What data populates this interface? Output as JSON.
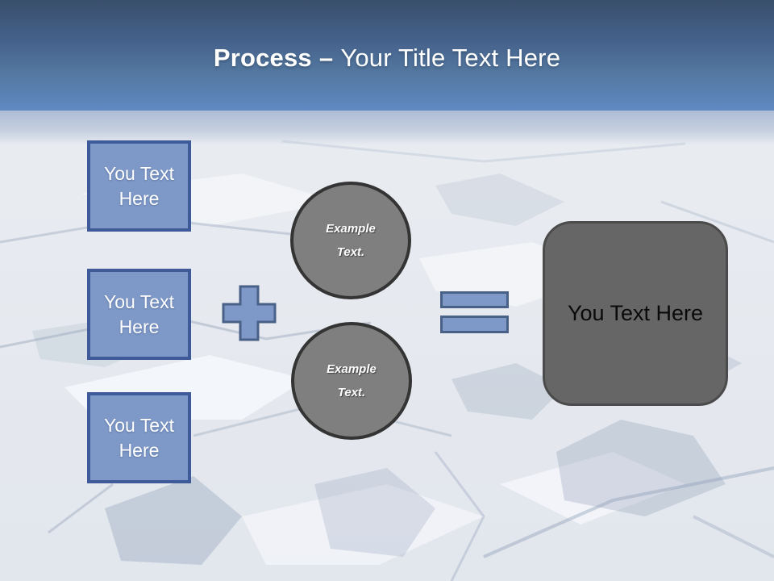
{
  "slide": {
    "title": {
      "bold": "Process",
      "separator": "–",
      "regular": "Your Title Text Here"
    },
    "left_boxes": [
      {
        "label": "You Text Here"
      },
      {
        "label": "You Text Here"
      },
      {
        "label": "You Text Here"
      }
    ],
    "circles": [
      {
        "label": "Example Text."
      },
      {
        "label": "Example Text."
      }
    ],
    "result_box": {
      "label": "You Text Here"
    },
    "colors": {
      "header_top": "#394f6b",
      "header_bottom": "#6089c3",
      "blue_fill": "#7e99c8",
      "blue_border": "#3f5a99",
      "operator_border": "#4a6187",
      "circle_fill": "#7f7f7f",
      "circle_border": "#343434",
      "result_fill": "#666666",
      "result_border": "#4b4b4b",
      "title_text": "#ffffff",
      "box_text": "#ffffff",
      "result_text": "#0a0a0a"
    }
  }
}
